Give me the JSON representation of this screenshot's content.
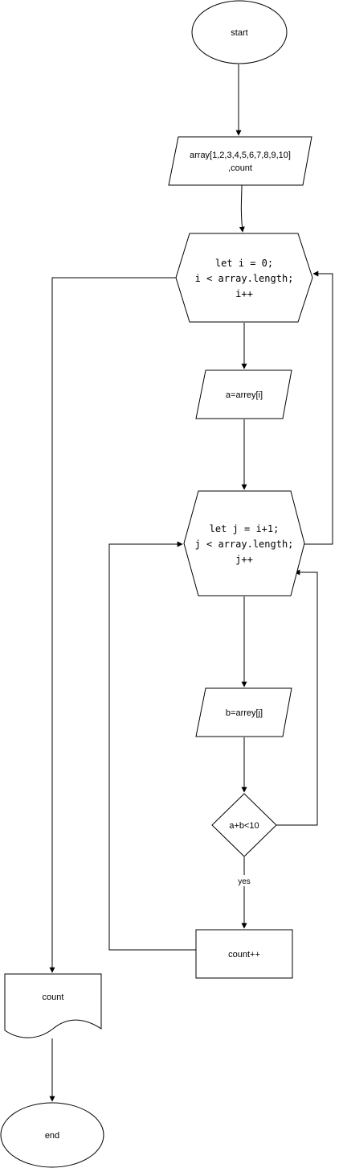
{
  "nodes": {
    "start": {
      "text": "start"
    },
    "input": {
      "lines": [
        "array[1,2,3,4,5,6,7,8,9,10]",
        ",count"
      ]
    },
    "loop_i": {
      "lines": [
        "let i = 0;",
        "i < array.length;",
        "i++"
      ]
    },
    "assign_a": {
      "text": "a=arrey[i]"
    },
    "loop_j": {
      "lines": [
        "let j = i+1;",
        "j < array.length;",
        "j++"
      ]
    },
    "assign_b": {
      "text": "b=arrey[j]"
    },
    "condition": {
      "text": "a+b<10"
    },
    "increment": {
      "text": "count++"
    },
    "output": {
      "text": "count"
    },
    "end": {
      "text": "end"
    }
  },
  "edge_labels": {
    "yes": "yes"
  }
}
